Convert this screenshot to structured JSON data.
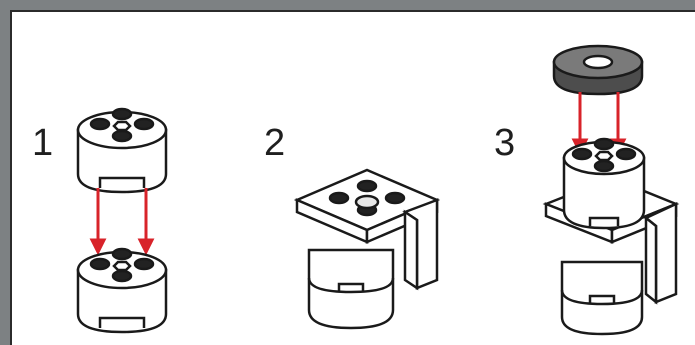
{
  "steps": [
    {
      "number": "1"
    },
    {
      "number": "2"
    },
    {
      "number": "3"
    }
  ],
  "colors": {
    "background_frame": "#7d8183",
    "panel": "#ffffff",
    "brick": "#ffffff",
    "outline": "#1a1a1a",
    "stud_top": "#222222",
    "arrow": "#d8232a",
    "tile": "#4d4d4d"
  }
}
